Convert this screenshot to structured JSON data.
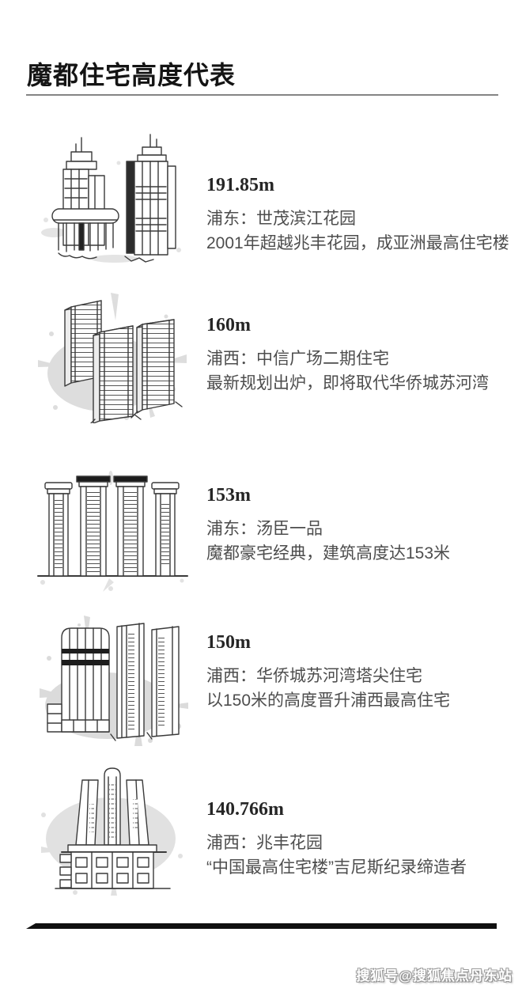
{
  "page": {
    "title": "魔都住宅高度代表",
    "watermark": "搜狐号@搜狐焦点丹东站",
    "background_color": "#ffffff",
    "ink_color": "#1a1a1a",
    "body_text_color": "#4d4d4d",
    "divider_color": "#848484",
    "splatter_color": "#d8d8d8"
  },
  "entries": [
    {
      "height_label": "191.85m",
      "location_name": "浦东：世茂滨江花园",
      "description": "2001年超越兆丰花园，成亚洲最高住宅楼",
      "illustration": "twin-highrise-towers-sketch"
    },
    {
      "height_label": "160m",
      "location_name": "浦西：中信广场二期住宅",
      "description": "最新规划出炉，即将取代华侨城苏河湾",
      "illustration": "three-isometric-slab-towers-sketch"
    },
    {
      "height_label": "153m",
      "location_name": "浦东：汤臣一品",
      "description": "魔都豪宅经典，建筑高度达153米",
      "illustration": "four-column-towers-sketch"
    },
    {
      "height_label": "150m",
      "location_name": "浦西：华侨城苏河湾塔尖住宅",
      "description": "以150米的高度晋升浦西最高住宅",
      "illustration": "three-slab-towers-sketch"
    },
    {
      "height_label": "140.766m",
      "location_name": "浦西：兆丰花园",
      "description": "“中国最高住宅楼”吉尼斯纪录缔造者",
      "illustration": "single-tower-on-podium-sketch"
    }
  ]
}
